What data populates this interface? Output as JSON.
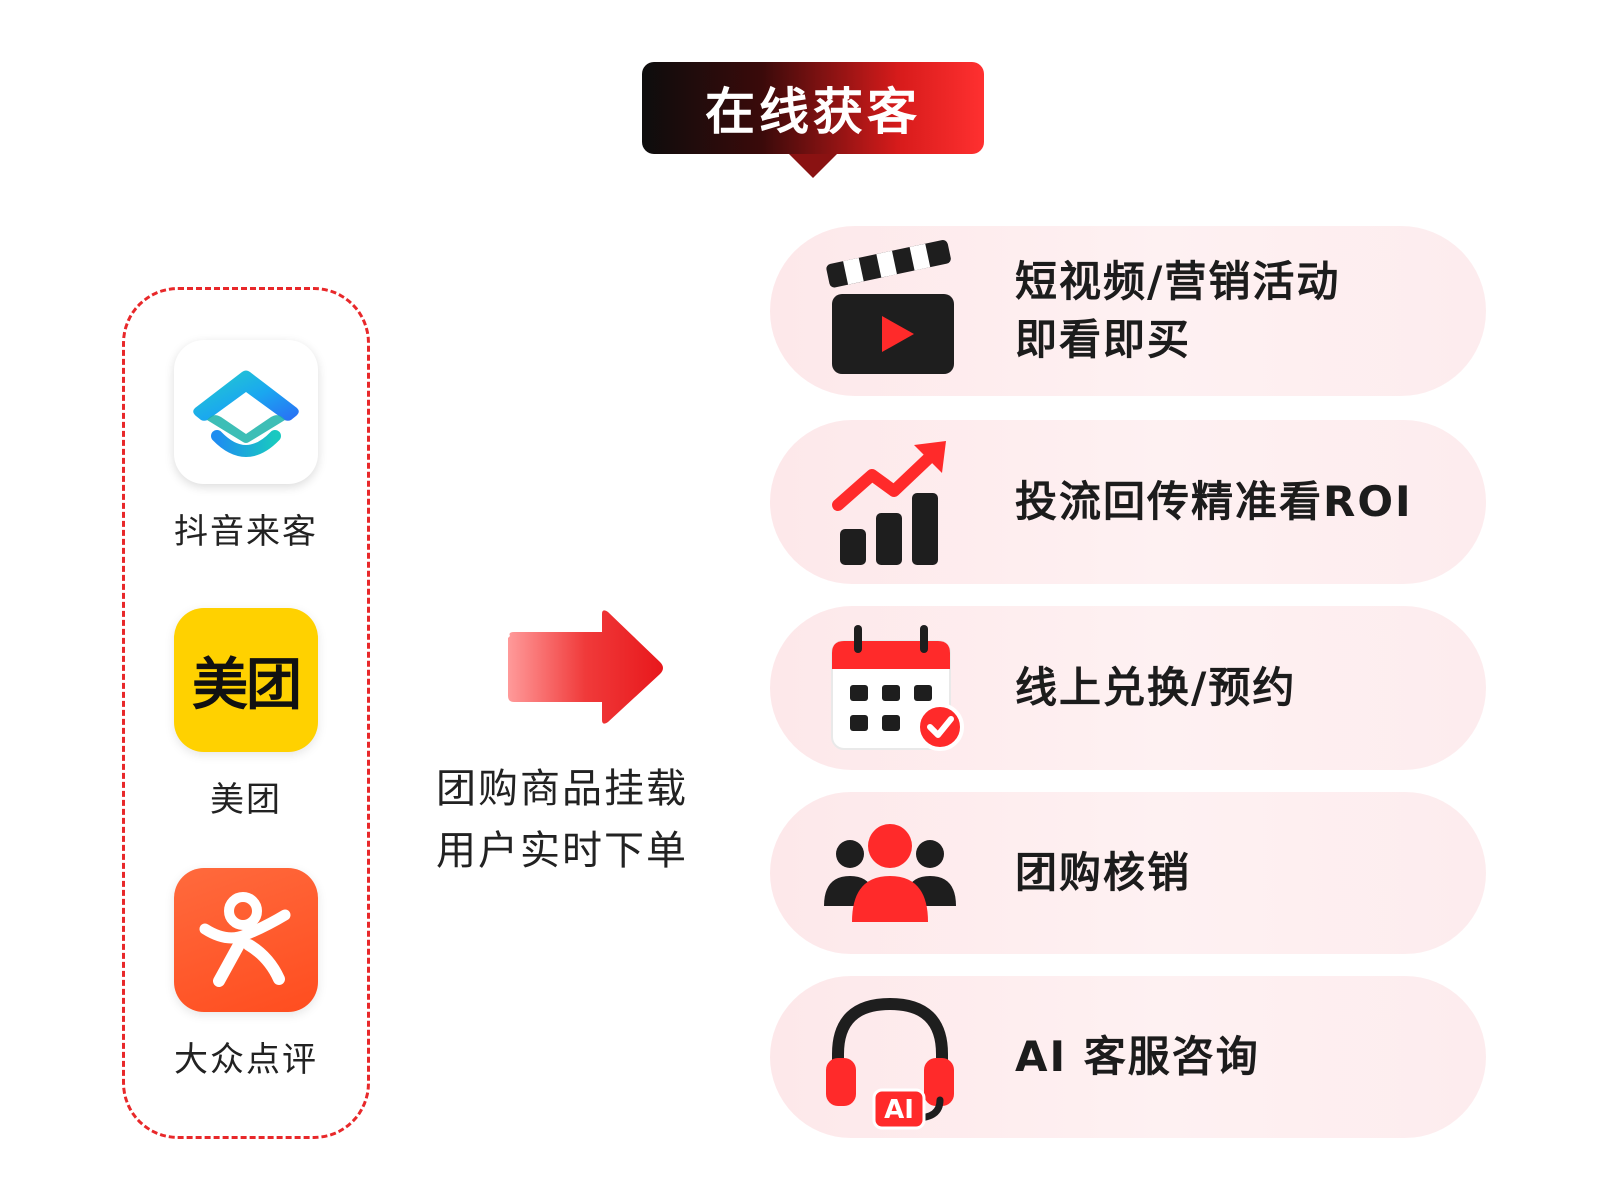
{
  "title": "在线获客",
  "platforms": [
    {
      "label": "抖音来客",
      "icon": "douyin-laike-icon"
    },
    {
      "label": "美团",
      "icon": "meituan-icon",
      "mark": "美团"
    },
    {
      "label": "大众点评",
      "icon": "dianping-icon"
    }
  ],
  "flow": {
    "caption_line1": "团购商品挂载",
    "caption_line2": "用户实时下单"
  },
  "features": [
    {
      "line1": "短视频/营销活动",
      "line2": "即看即买",
      "icon": "clapperboard-play-icon"
    },
    {
      "line1": "投流回传精准看ROI",
      "icon": "growth-chart-icon"
    },
    {
      "line1": "线上兑换/预约",
      "icon": "calendar-check-icon"
    },
    {
      "line1": "团购核销",
      "icon": "user-group-icon"
    },
    {
      "line1": "AI 客服咨询",
      "icon": "ai-headset-icon",
      "badge": "AI"
    }
  ],
  "colors": {
    "accent_red": "#e8282a",
    "meituan_yellow": "#ffd100",
    "dianping_orange": "#ff5a2a",
    "card_pink": "#fdeeef"
  }
}
